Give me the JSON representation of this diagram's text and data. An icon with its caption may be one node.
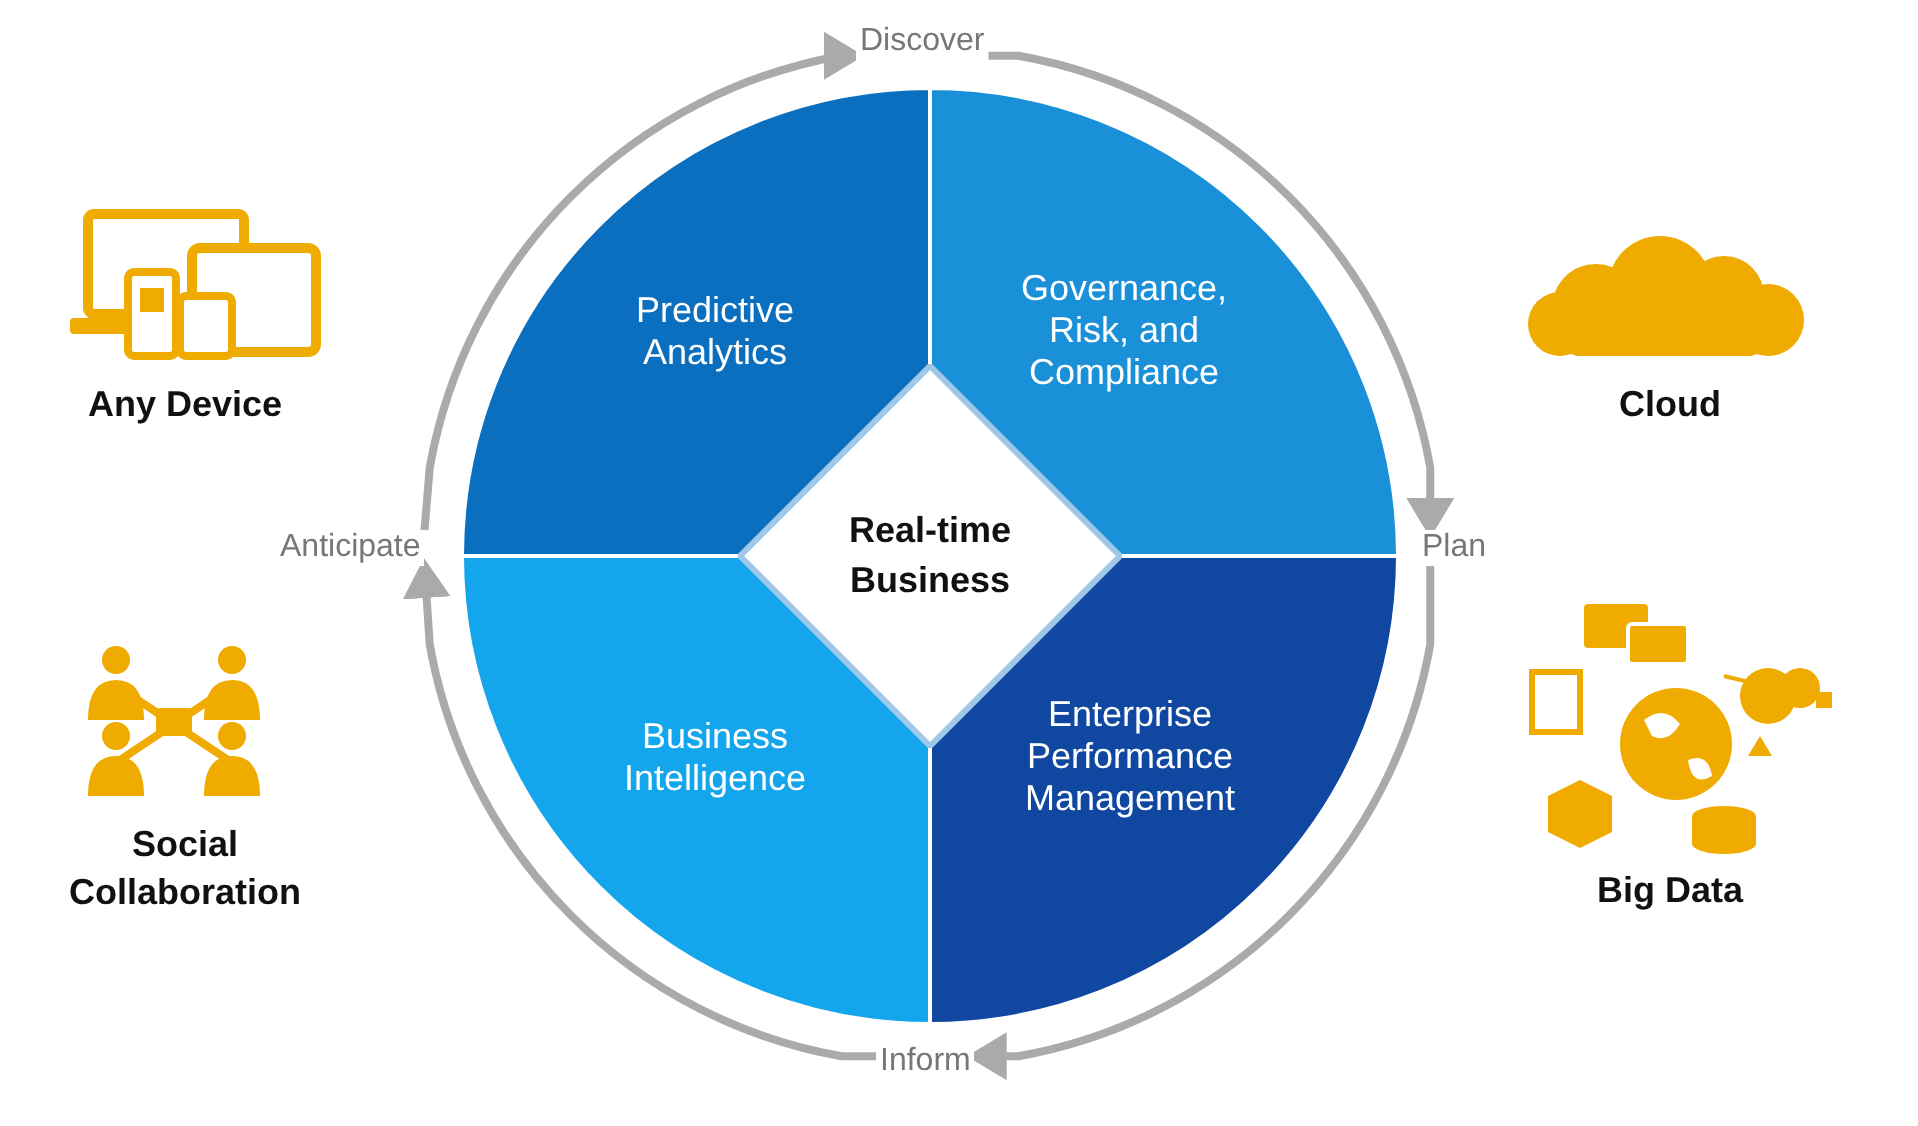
{
  "diagram": {
    "nodes": [
      {
        "text": [
          "Predictive Analytics"
        ]
      },
      {
        "text": [
          "Governance, Risk, and Compliance"
        ]
      },
      {
        "text": [
          "Business Intelligence"
        ]
      },
      {
        "text": [
          "Enterprise Performance Management"
        ]
      },
      {
        "text": [
          "Real-time Business"
        ]
      },
      {
        "text": [
          "Discover"
        ]
      },
      {
        "text": [
          "Plan"
        ]
      },
      {
        "text": [
          "Inform"
        ]
      },
      {
        "text": [
          "Anticipate"
        ]
      }
    ],
    "edges": [
      {
        "from": 5,
        "to": 6,
        "arrow": "to"
      },
      {
        "from": 6,
        "to": 7,
        "arrow": "to"
      },
      {
        "from": 7,
        "to": 8,
        "arrow": "to"
      },
      {
        "from": 8,
        "to": 5,
        "arrow": "to"
      }
    ],
    "labels": [
      "Any Device",
      "Cloud",
      "Social Collaboration",
      "Big Data"
    ]
  }
}
